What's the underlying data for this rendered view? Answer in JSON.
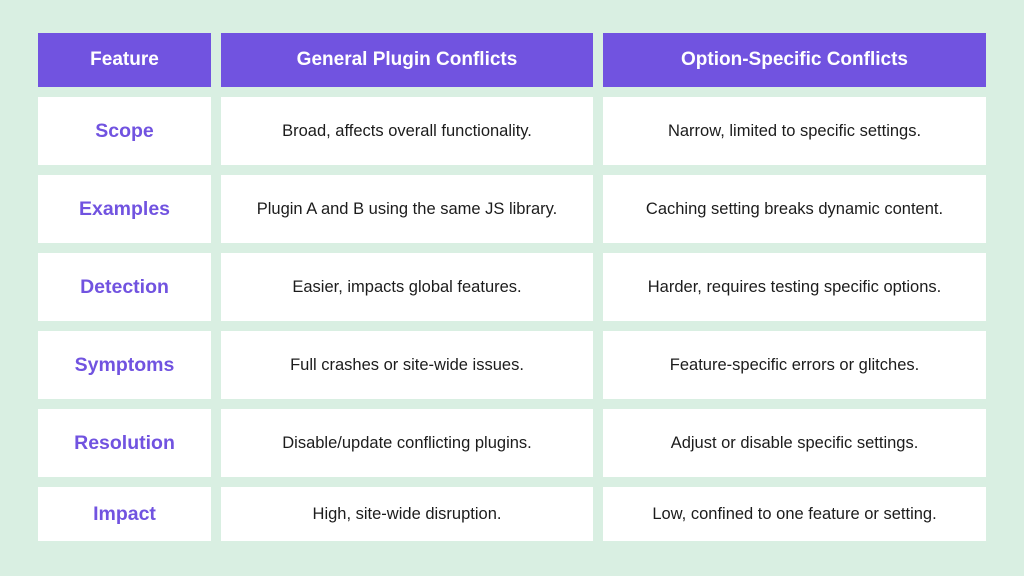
{
  "colors": {
    "background": "#d9efe2",
    "header_fill": "#7153e0",
    "header_text": "#ffffff",
    "feature_text": "#7153e0",
    "body_text": "#1c1c1c",
    "cell_fill": "#ffffff"
  },
  "table": {
    "headers": [
      "Feature",
      "General Plugin Conflicts",
      "Option-Specific Conflicts"
    ],
    "rows": [
      {
        "feature": "Scope",
        "general": "Broad, affects overall functionality.",
        "option": "Narrow, limited to specific settings."
      },
      {
        "feature": "Examples",
        "general": "Plugin A and B using the same JS library.",
        "option": "Caching setting breaks dynamic content."
      },
      {
        "feature": "Detection",
        "general": "Easier, impacts global features.",
        "option": "Harder, requires testing specific options."
      },
      {
        "feature": "Symptoms",
        "general": "Full crashes or site-wide issues.",
        "option": "Feature-specific errors or glitches."
      },
      {
        "feature": "Resolution",
        "general": "Disable/update conflicting plugins.",
        "option": "Adjust or disable specific settings."
      },
      {
        "feature": "Impact",
        "general": "High, site-wide disruption.",
        "option": "Low, confined to one feature or setting."
      }
    ]
  }
}
